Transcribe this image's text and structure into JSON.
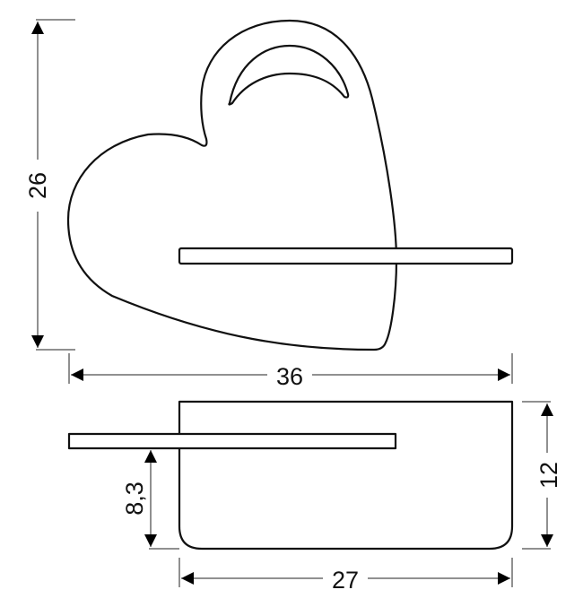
{
  "dimensions": {
    "height": "26",
    "width": "36",
    "depth": "12",
    "back_width": "27",
    "shelf_height": "8,3"
  }
}
